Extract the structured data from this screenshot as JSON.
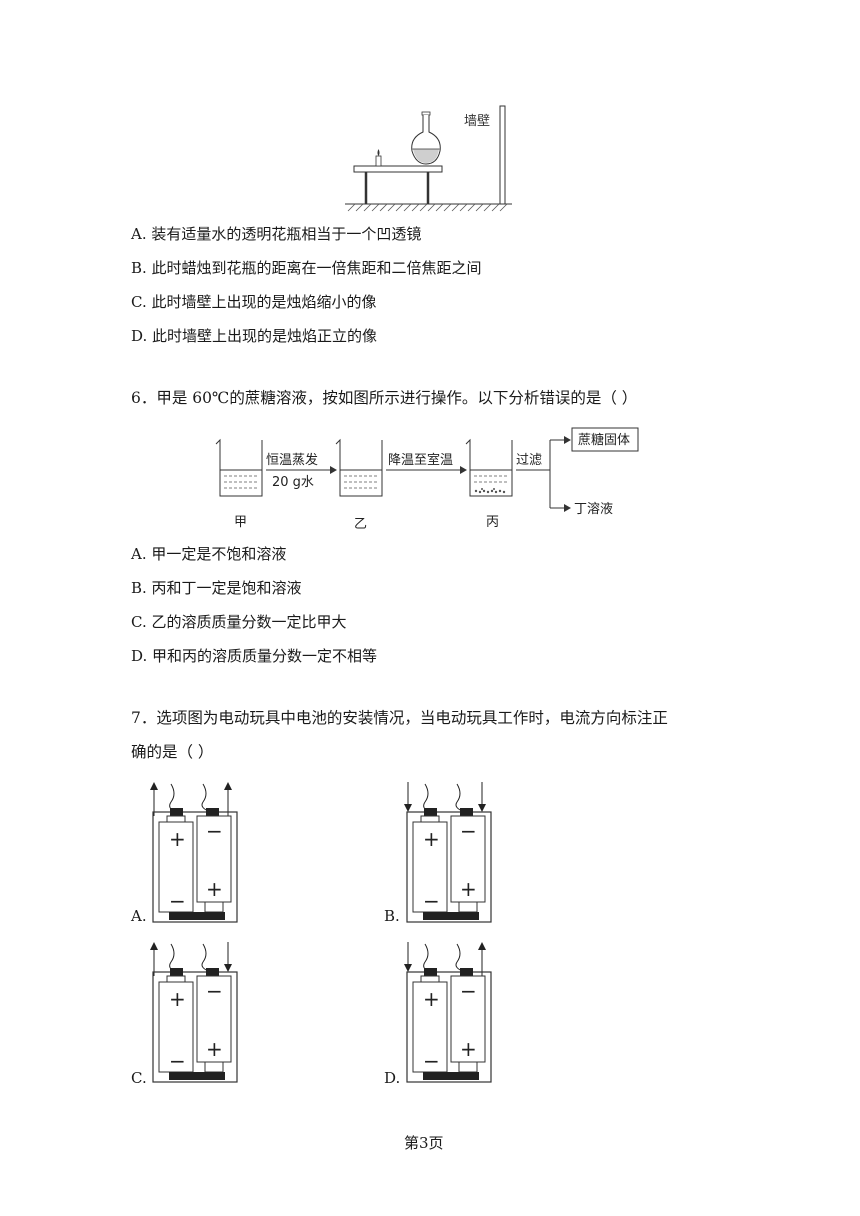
{
  "q5": {
    "wall_label": "墙壁",
    "options": [
      "A. 装有适量水的透明花瓶相当于一个凹透镜",
      "B. 此时蜡烛到花瓶的距离在一倍焦距和二倍焦距之间",
      "C. 此时墙壁上出现的是烛焰缩小的像",
      "D. 此时墙壁上出现的是烛焰正立的像"
    ]
  },
  "q6": {
    "stem": "6．甲是 60℃的蔗糖溶液，按如图所示进行操作。以下分析错误的是（   ）",
    "step1_top": "恒温蒸发",
    "step1_bottom": "20 g水",
    "step2": "降温至室温",
    "step3": "过滤",
    "out_solid": "蔗糖固体",
    "out_liquid": "丁溶液",
    "beaker_labels": [
      "甲",
      "乙",
      "丙"
    ],
    "options": [
      "A. 甲一定是不饱和溶液",
      "B. 丙和丁一定是饱和溶液",
      "C. 乙的溶质质量分数一定比甲大",
      "D. 甲和丙的溶质质量分数一定不相等"
    ]
  },
  "q7": {
    "stem_line1": "7．选项图为电动玩具中电池的安装情况，当电动玩具工作时，电流方向标注正",
    "stem_line2": "确的是（   ）",
    "option_labels": [
      "A.",
      "B.",
      "C.",
      "D."
    ],
    "plus_sign": "+",
    "minus_sign": "−"
  },
  "footer": {
    "page": "第3页"
  }
}
